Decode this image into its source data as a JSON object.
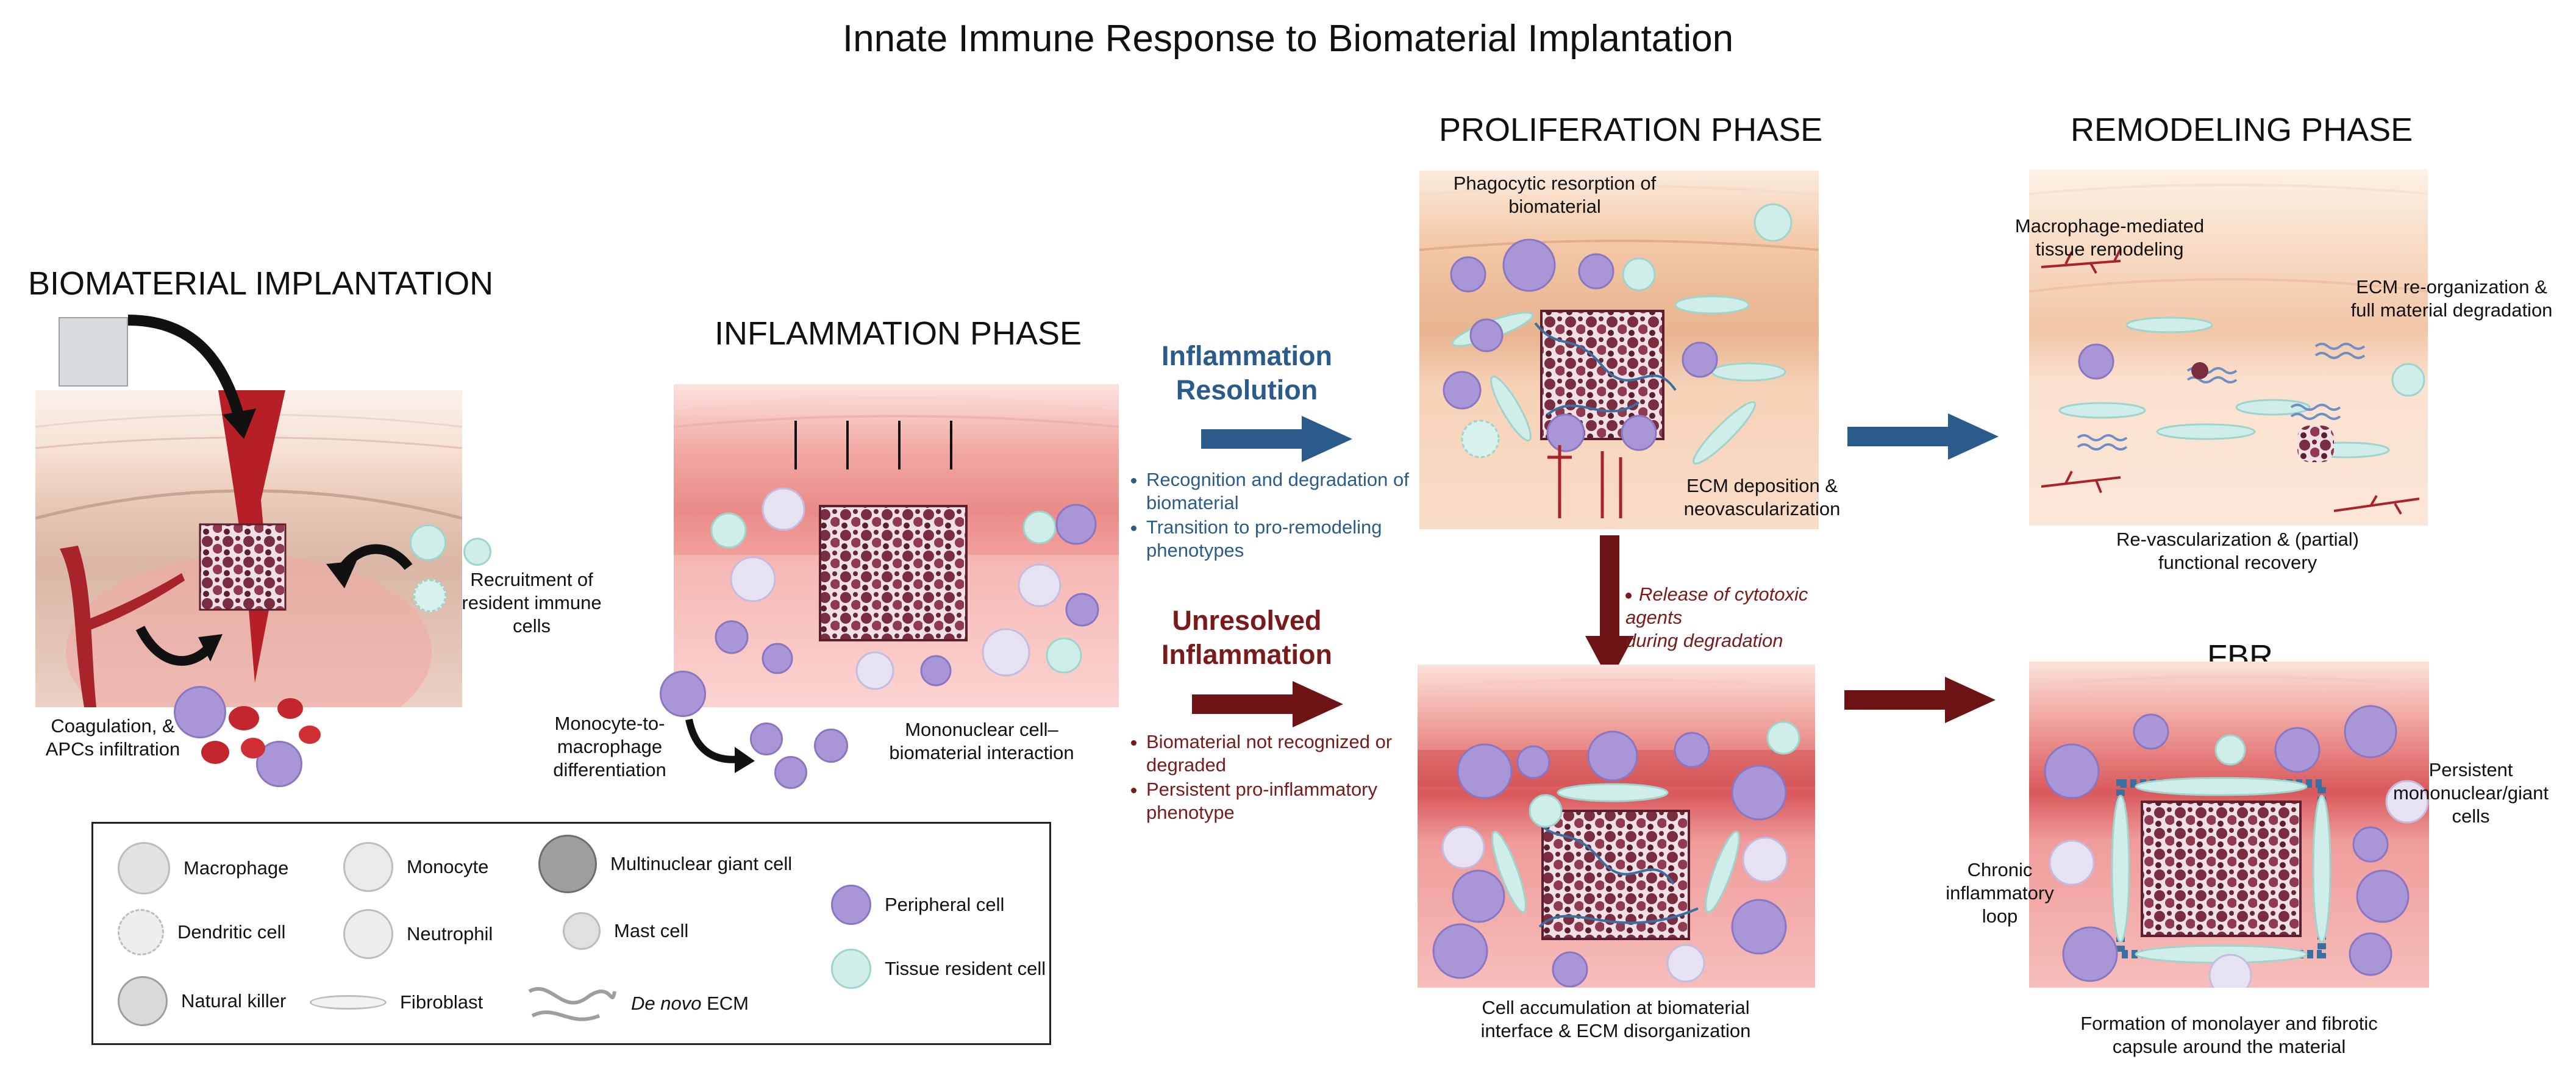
{
  "title": "Innate Immune Response to Biomaterial Implantation",
  "phases": {
    "implantation": "BIOMATERIAL IMPLANTATION",
    "inflammation": "INFLAMMATION PHASE",
    "proliferation": "PROLIFERATION PHASE",
    "remodeling": "REMODELING PHASE",
    "fbr": "FBR"
  },
  "implantation_labels": {
    "recruitment": "Recruitment of\nresident immune\ncells",
    "coagulation": "Coagulation, &\nAPCs infiltration"
  },
  "inflammation_labels": {
    "monocyte": "Monocyte-to-\nmacrophage\ndifferentiation",
    "mononuclear": "Mononuclear cell–\nbiomaterial  interaction"
  },
  "resolution": {
    "heading": "Inflammation\nResolution",
    "bullets": [
      "Recognition and degradation of biomaterial",
      "Transition to pro-remodeling phenotypes"
    ]
  },
  "unresolved": {
    "heading": "Unresolved\nInflammation",
    "bullets": [
      "Biomaterial not recognized or degraded",
      "Persistent pro-inflammatory phenotype"
    ]
  },
  "proliferation_labels": {
    "phagocytic": "Phagocytic resorption of\nbiomaterial",
    "ecm_deposition": "ECM deposition &\nneovascularization"
  },
  "release_note": "Release of cytotoxic agents\nduring degradation",
  "remodeling_labels": {
    "macrophage": "Macrophage-mediated\ntissue remodeling",
    "ecm_reorg": "ECM re-organization &\nfull material degradation",
    "revasc": "Re-vascularization & (partial)\nfunctional recovery"
  },
  "accumulation_label": "Cell accumulation at biomaterial\ninterface & ECM disorganization",
  "fbr_labels": {
    "persistent": "Persistent\nmononuclear/giant\ncells",
    "chronic": "Chronic\ninflammatory\nloop",
    "formation": "Formation of monolayer and fibrotic\ncapsule around the material"
  },
  "legend": {
    "macrophage": "Macrophage",
    "monocyte": "Monocyte",
    "giant": "Multinuclear giant cell",
    "peripheral": "Peripheral  cell",
    "dendritic": "Dendritic cell",
    "neutrophil": "Neutrophil",
    "mast": "Mast cell",
    "resident": "Tissue resident cell",
    "nk": "Natural killer",
    "fibroblast": "Fibroblast",
    "ecm_italic": "De novo",
    "ecm_rest": " ECM"
  },
  "colors": {
    "blue_arrow": "#2b5b8a",
    "red_arrow": "#6e1416",
    "skin_top": "#f3d0b6",
    "tissue_pink": "#f5b7b3",
    "material": "#7a2d3f",
    "peripheral_cell": "#a996d6",
    "resident_cell": "#cfeee9"
  }
}
